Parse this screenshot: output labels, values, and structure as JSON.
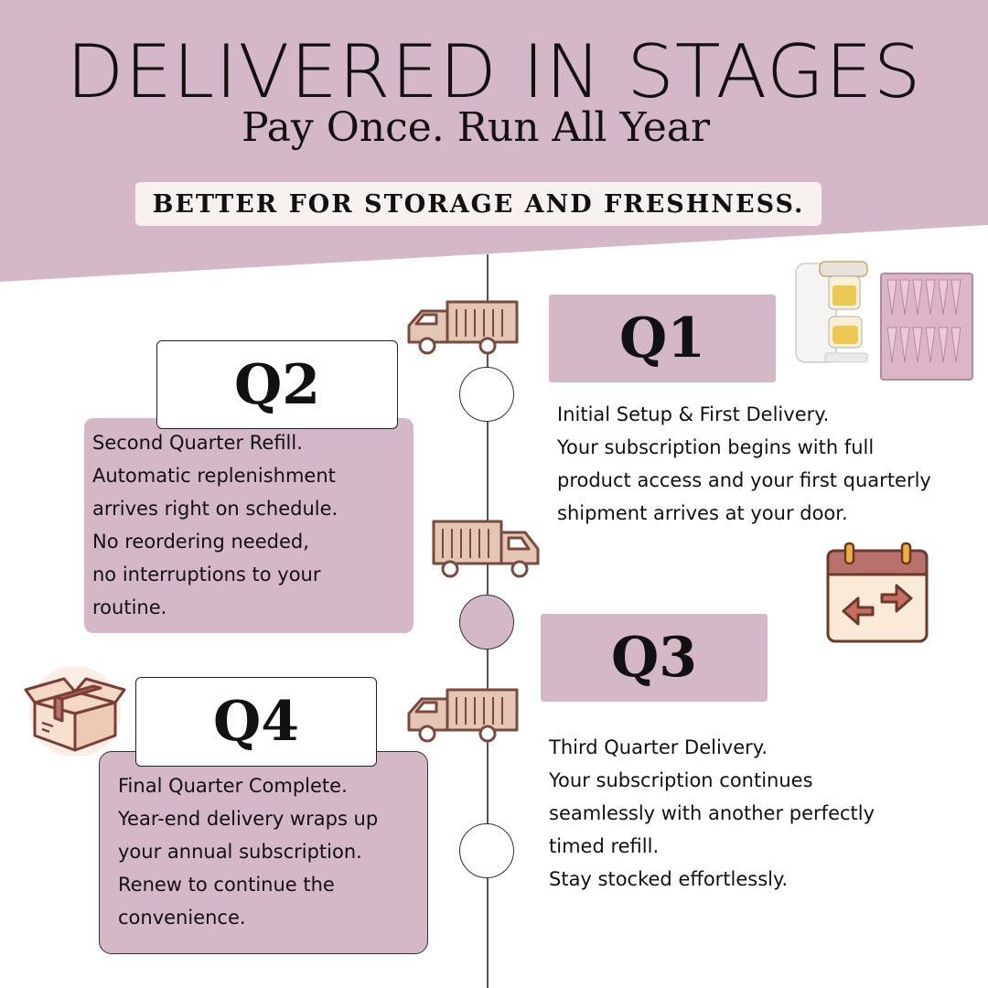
{
  "header": {
    "title": "DELIVERED IN STAGES",
    "subtitle": "Pay Once. Run All Year",
    "tagline": "BETTER FOR STORAGE AND FRESHNESS."
  },
  "colors": {
    "mauve": "#d4b8c8",
    "truck_brown": "#7a4a3e",
    "truck_fill": "#e3c6b4"
  },
  "stages": [
    {
      "label": "Q1",
      "title": "Initial Setup & First Delivery.",
      "body": "Your subscription begins with full\nproduct access and your first quarterly\nshipment arrives at your door."
    },
    {
      "label": "Q2",
      "title": "Second Quarter Refill.",
      "body": "Automatic replenishment\narrives right on schedule.\nNo reordering needed,\nno interruptions to your\nroutine."
    },
    {
      "label": "Q3",
      "title": "Third Quarter Delivery.",
      "body": "Your subscription continues\nseamlessly with another perfectly\ntimed refill.\nStay stocked effortlessly."
    },
    {
      "label": "Q4",
      "title": "Final Quarter Complete.",
      "body": "Year-end delivery wraps up\nyour annual subscription.\nRenew to continue the\nconvenience."
    }
  ],
  "icons": [
    "truck-icon",
    "calendar-icon",
    "box-icon",
    "product-machine-image",
    "product-pods-image"
  ]
}
